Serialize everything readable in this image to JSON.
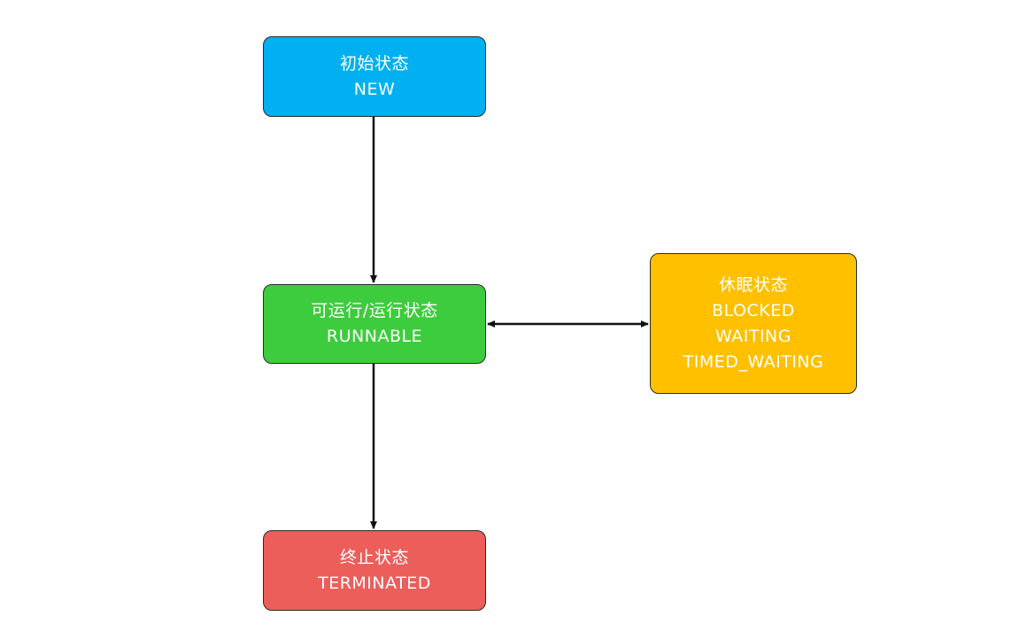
{
  "colors": {
    "new": "#00b0f0",
    "runnable": "#3dcc3d",
    "blocked": "#ffc000",
    "terminated": "#eb5e5a",
    "edge": "#111111"
  },
  "nodes": {
    "new": {
      "lines": [
        "初始状态",
        "NEW"
      ]
    },
    "runnable": {
      "lines": [
        "可运行/运行状态",
        "RUNNABLE"
      ]
    },
    "blocked": {
      "lines": [
        "休眠状态",
        "BLOCKED",
        "WAITING",
        "TIMED_WAITING"
      ]
    },
    "terminated": {
      "lines": [
        "终止状态",
        "TERMINATED"
      ]
    }
  },
  "edges": [
    {
      "from": "new",
      "to": "runnable",
      "direction": "forward"
    },
    {
      "from": "runnable",
      "to": "blocked",
      "direction": "both"
    },
    {
      "from": "runnable",
      "to": "terminated",
      "direction": "forward"
    }
  ]
}
